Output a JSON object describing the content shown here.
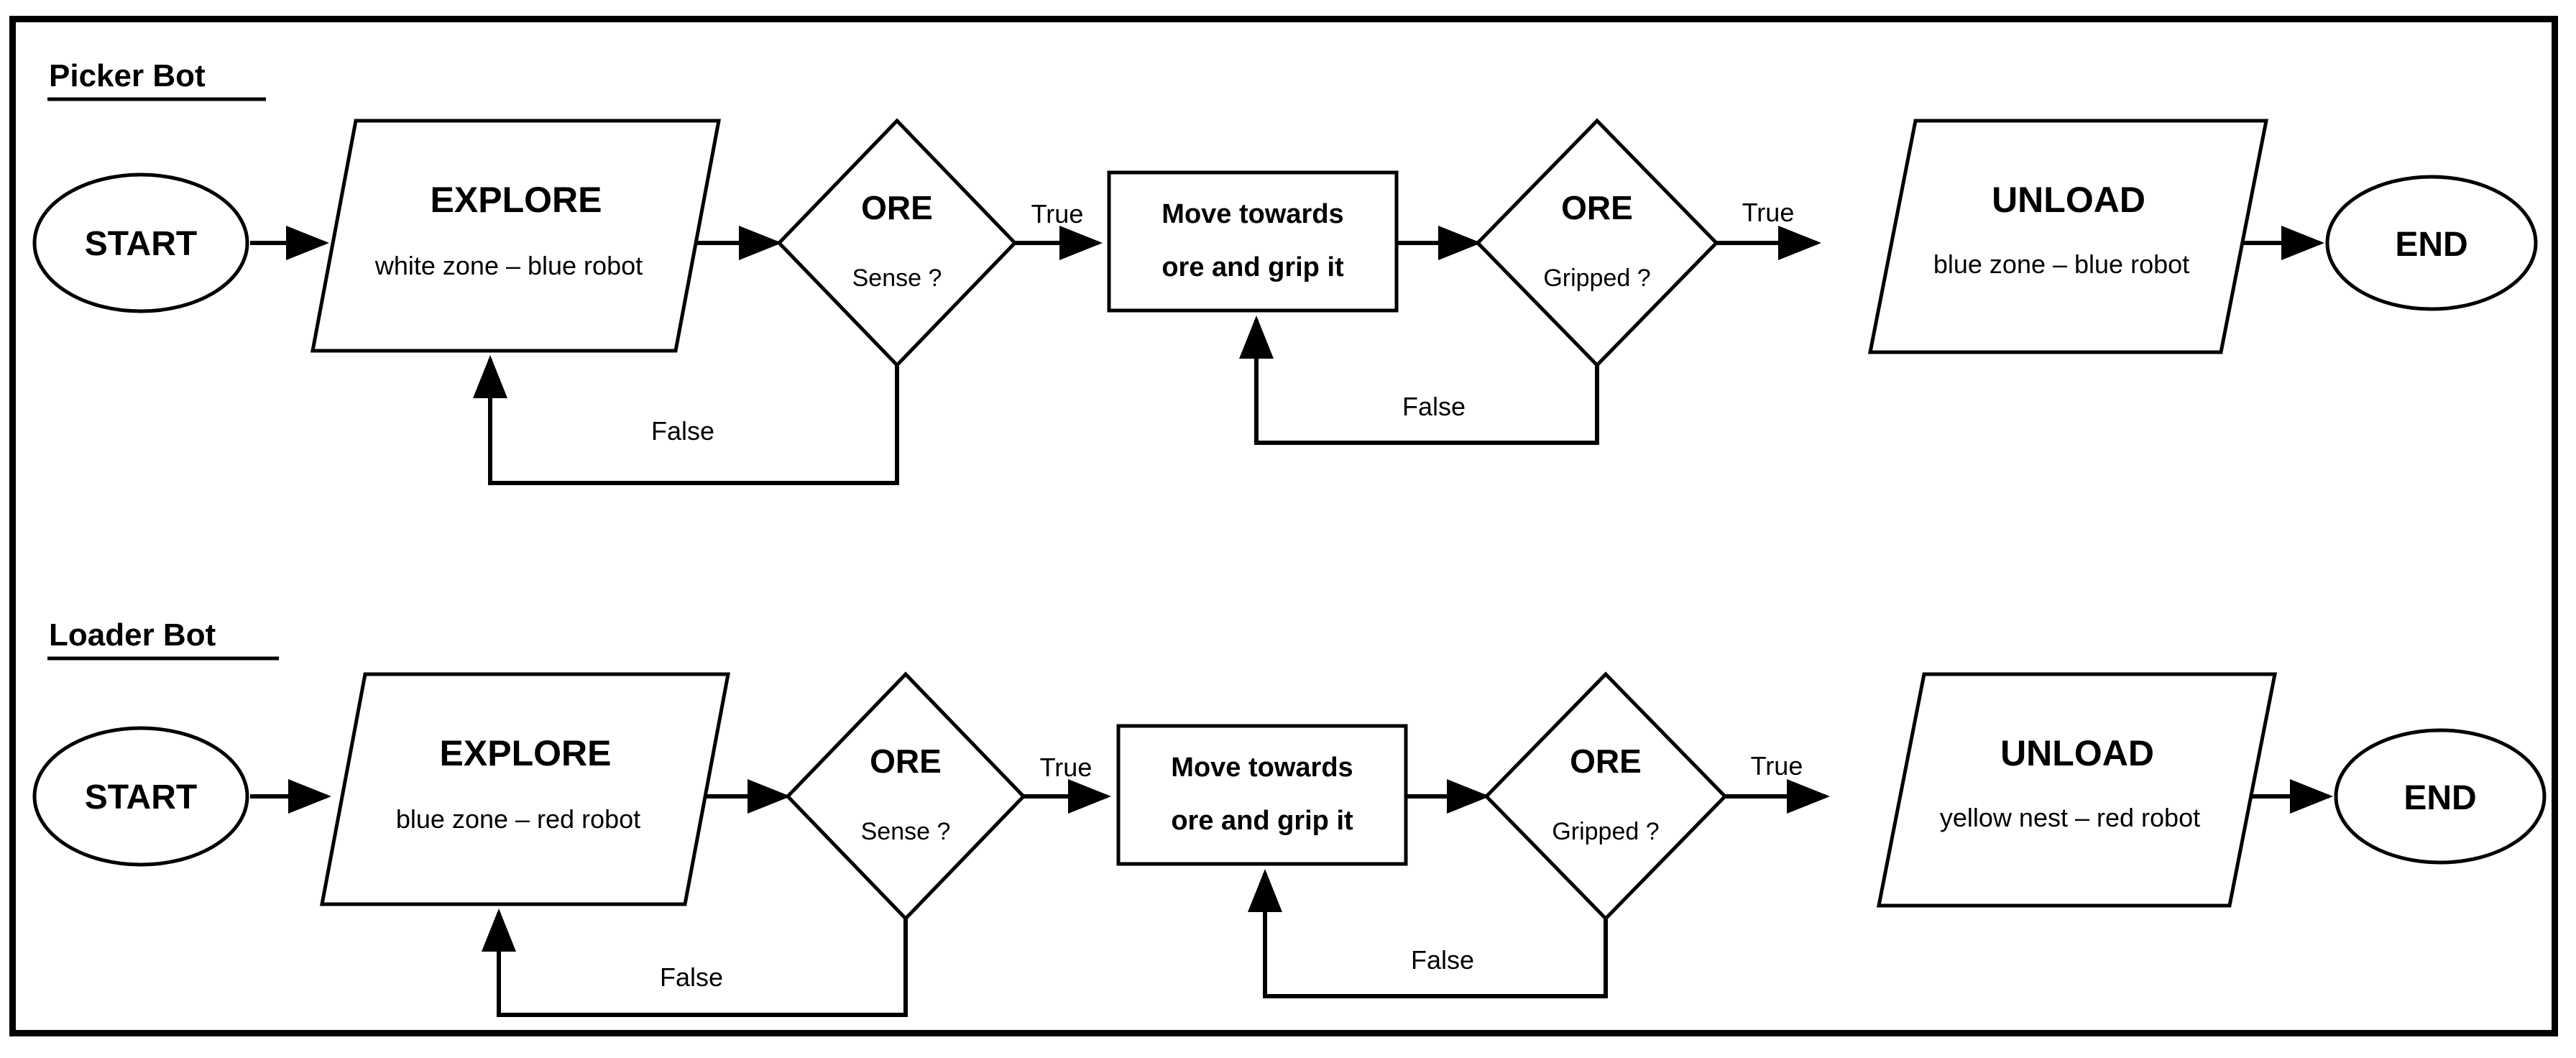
{
  "diagram": {
    "title_visible": false,
    "border_color": "#000000",
    "background": "#ffffff",
    "line_color": "#000000"
  },
  "sections": [
    {
      "id": "picker-bot",
      "heading": "Picker Bot",
      "nodes": {
        "start": "START",
        "explore_title": "EXPLORE",
        "explore_sub": "white zone – blue robot",
        "decision1_title": "ORE",
        "decision1_sub": "Sense ?",
        "process_line1": "Move towards",
        "process_line2": "ore and grip it",
        "decision2_title": "ORE",
        "decision2_sub": "Gripped ?",
        "unload_title": "UNLOAD",
        "unload_sub": "blue zone – blue robot",
        "end": "END"
      },
      "edge_labels": {
        "true1": "True",
        "false1": "False",
        "true2": "True",
        "false2": "False"
      }
    },
    {
      "id": "loader-bot",
      "heading": "Loader Bot",
      "nodes": {
        "start": "START",
        "explore_title": "EXPLORE",
        "explore_sub": "blue zone – red robot",
        "decision1_title": "ORE",
        "decision1_sub": "Sense ?",
        "process_line1": "Move towards",
        "process_line2": "ore and grip it",
        "decision2_title": "ORE",
        "decision2_sub": "Gripped ?",
        "unload_title": "UNLOAD",
        "unload_sub": "yellow nest – red robot",
        "end": "END"
      },
      "edge_labels": {
        "true1": "True",
        "false1": "False",
        "true2": "True",
        "false2": "False"
      }
    }
  ]
}
